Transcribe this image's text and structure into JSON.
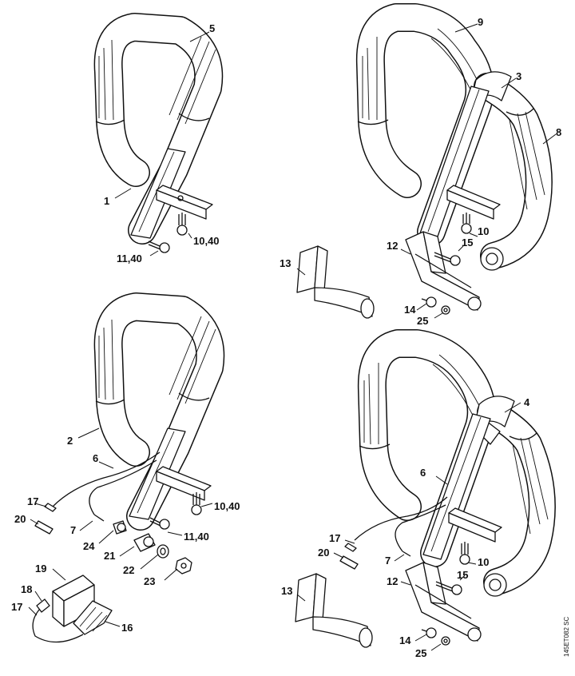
{
  "figure": {
    "code": "145ET082 SC"
  },
  "labels": {
    "p5": "5",
    "p1": "1",
    "p10_40_a": "10,40",
    "p11_40_a": "11,40",
    "p9": "9",
    "p3": "3",
    "p8": "8",
    "p10_a": "10",
    "p15_a": "15",
    "p12_a": "12",
    "p13_a": "13",
    "p14_a": "14",
    "p25_a": "25",
    "p2": "2",
    "p6_a": "6",
    "p17_a": "17",
    "p20_a": "20",
    "p7_a": "7",
    "p24": "24",
    "p10_40_b": "10,40",
    "p11_40_b": "11,40",
    "p21": "21",
    "p22": "22",
    "p23": "23",
    "p19": "19",
    "p18": "18",
    "p17_b": "17",
    "p16": "16",
    "p4": "4",
    "p6_b": "6",
    "p17_c": "17",
    "p20_b": "20",
    "p7_b": "7",
    "p10_b": "10",
    "p15_b": "15",
    "p12_b": "12",
    "p13_b": "13",
    "p14_b": "14",
    "p25_b": "25"
  }
}
